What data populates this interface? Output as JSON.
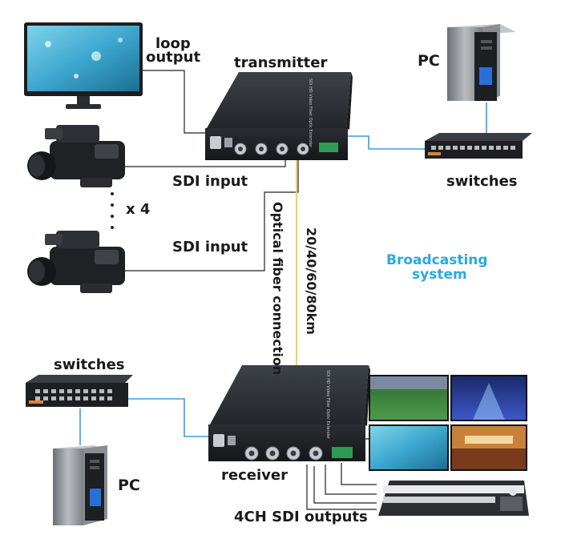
{
  "labels": {
    "loop_output_1": "loop",
    "loop_output_2": "output",
    "transmitter": "transmitter",
    "pc_top": "PC",
    "switches_top": "switches",
    "sdi_input_1": "SDI input",
    "multiplier": "x 4",
    "sdi_input_2": "SDI input",
    "optical_fiber": "Optical fiber connection",
    "distance": "20/40/60/80km",
    "broadcasting_1": "Broadcasting",
    "broadcasting_2": "system",
    "switches_bottom": "switches",
    "pc_bottom": "PC",
    "receiver": "receiver",
    "outputs": "4CH SDI outputs"
  },
  "device_text": {
    "transmitter_side": "SDI HD Video Fiber Optic Extender",
    "receiver_side": "SDI HD Video Fiber Optic Extender"
  },
  "colors": {
    "label_text": "#1a1a1a",
    "accent_blue": "#29a9e0",
    "network_cable": "#3a9de0",
    "fiber_cable": "#f2d060",
    "sdi_cable": "#222222",
    "device_body": "#2b2e33",
    "screen_sky": "#4ab8d8"
  },
  "icons": [
    "monitor-icon",
    "camera-icon",
    "pc-tower-icon",
    "network-switch-icon",
    "video-wall-icon",
    "control-console-icon"
  ]
}
